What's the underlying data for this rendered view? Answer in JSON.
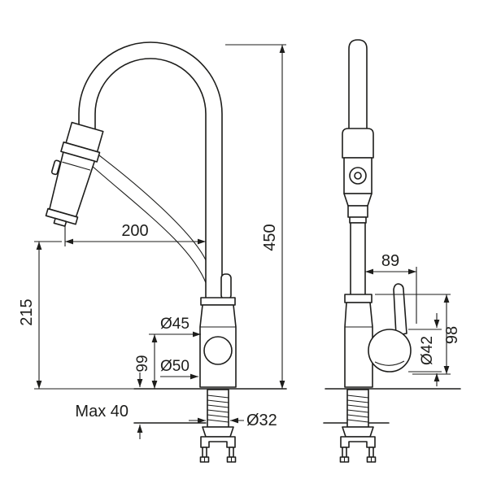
{
  "drawing": {
    "labels": {
      "spout_reach": "200",
      "total_height": "450",
      "outlet_height": "215",
      "body_height": "99",
      "neck_diameter": "Ø45",
      "body_diameter": "Ø50",
      "max_deck_thickness": "Max 40",
      "shank_diameter": "Ø32",
      "handle_reach": "89",
      "handle_height": "98",
      "handle_diameter": "Ø42"
    },
    "colors": {
      "line": "#1d1d1b",
      "background": "#ffffff"
    }
  }
}
